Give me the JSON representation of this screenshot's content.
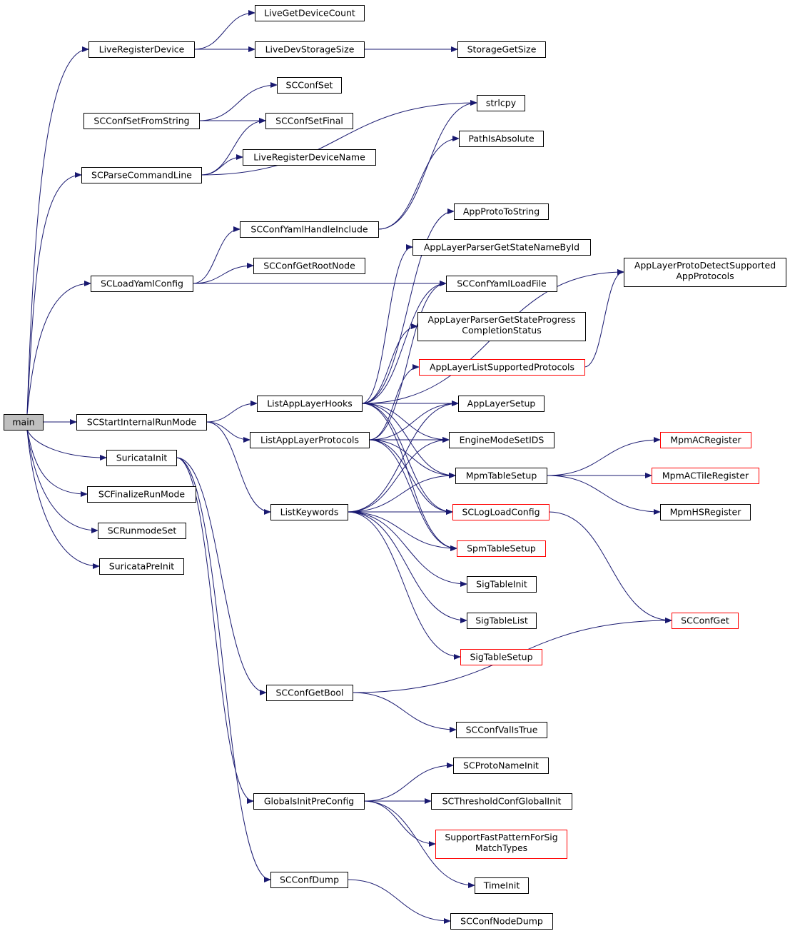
{
  "colors": {
    "edge": "#191970",
    "node_border": "#000000",
    "truncated_border": "#ff0000",
    "root_fill": "#bfbfbf",
    "node_fill": "#ffffff",
    "text": "#000000"
  },
  "nodes": {
    "main": {
      "label": "main",
      "style": "root"
    },
    "live_register_device": {
      "label": "LiveRegisterDevice",
      "style": "normal"
    },
    "live_get_device_count": {
      "label": "LiveGetDeviceCount",
      "style": "normal"
    },
    "live_dev_storage_size": {
      "label": "LiveDevStorageSize",
      "style": "normal"
    },
    "storage_get_size": {
      "label": "StorageGetSize",
      "style": "normal"
    },
    "scconf_set": {
      "label": "SCConfSet",
      "style": "normal"
    },
    "scconf_set_from_string": {
      "label": "SCConfSetFromString",
      "style": "normal"
    },
    "strlcpy": {
      "label": "strlcpy",
      "style": "normal"
    },
    "scconf_set_final": {
      "label": "SCConfSetFinal",
      "style": "normal"
    },
    "path_is_absolute": {
      "label": "PathIsAbsolute",
      "style": "normal"
    },
    "scparse_command_line": {
      "label": "SCParseCommandLine",
      "style": "normal"
    },
    "live_register_device_name": {
      "label": "LiveRegisterDeviceName",
      "style": "normal"
    },
    "app_proto_to_string": {
      "label": "AppProtoToString",
      "style": "normal"
    },
    "scconf_yaml_handle_include": {
      "label": "SCConfYamlHandleInclude",
      "style": "normal"
    },
    "app_layer_parser_get_state_name_by_id": {
      "label": "AppLayerParserGetStateNameById",
      "style": "normal"
    },
    "app_layer_proto_detect_supported": {
      "label": [
        "AppLayerProtoDetectSupported",
        "AppProtocols"
      ],
      "style": "normal"
    },
    "scconf_get_root_node": {
      "label": "SCConfGetRootNode",
      "style": "normal"
    },
    "scload_yaml_config": {
      "label": "SCLoadYamlConfig",
      "style": "normal"
    },
    "scconf_yaml_load_file": {
      "label": "SCConfYamlLoadFile",
      "style": "normal"
    },
    "app_layer_parser_get_state_progress": {
      "label": [
        "AppLayerParserGetStateProgress",
        "CompletionStatus"
      ],
      "style": "normal"
    },
    "app_layer_list_supported_protocols": {
      "label": "AppLayerListSupportedProtocols",
      "style": "truncated"
    },
    "list_app_layer_hooks": {
      "label": "ListAppLayerHooks",
      "style": "normal"
    },
    "app_layer_setup": {
      "label": "AppLayerSetup",
      "style": "normal"
    },
    "scstart_internal_run_mode": {
      "label": "SCStartInternalRunMode",
      "style": "normal"
    },
    "list_app_layer_protocols": {
      "label": "ListAppLayerProtocols",
      "style": "normal"
    },
    "engine_mode_set_ids": {
      "label": "EngineModeSetIDS",
      "style": "normal"
    },
    "mpm_ac_register": {
      "label": "MpmACRegister",
      "style": "truncated"
    },
    "suricata_init": {
      "label": "SuricataInit",
      "style": "normal"
    },
    "mpm_table_setup": {
      "label": "MpmTableSetup",
      "style": "normal"
    },
    "mpm_ac_tile_register": {
      "label": "MpmACTileRegister",
      "style": "truncated"
    },
    "scfinalize_run_mode": {
      "label": "SCFinalizeRunMode",
      "style": "normal"
    },
    "list_keywords": {
      "label": "ListKeywords",
      "style": "normal"
    },
    "sclog_load_config": {
      "label": "SCLogLoadConfig",
      "style": "truncated"
    },
    "mpm_hs_register": {
      "label": "MpmHSRegister",
      "style": "normal"
    },
    "screnmode_set": {
      "label": "SCRunmodeSet",
      "style": "normal"
    },
    "spm_table_setup": {
      "label": "SpmTableSetup",
      "style": "truncated"
    },
    "suricata_pre_init": {
      "label": "SuricataPreInit",
      "style": "normal"
    },
    "sig_table_init": {
      "label": "SigTableInit",
      "style": "normal"
    },
    "sig_table_list": {
      "label": "SigTableList",
      "style": "normal"
    },
    "scconf_get": {
      "label": "SCConfGet",
      "style": "truncated"
    },
    "sig_table_setup": {
      "label": "SigTableSetup",
      "style": "truncated"
    },
    "scconf_get_bool": {
      "label": "SCConfGetBool",
      "style": "normal"
    },
    "scconf_val_is_true": {
      "label": "SCConfValIsTrue",
      "style": "normal"
    },
    "scproto_name_init": {
      "label": "SCProtoNameInit",
      "style": "normal"
    },
    "globals_init_pre_config": {
      "label": "GlobalsInitPreConfig",
      "style": "normal"
    },
    "scthreshold_conf_global_init": {
      "label": "SCThresholdConfGlobalInit",
      "style": "normal"
    },
    "support_fast_pattern": {
      "label": [
        "SupportFastPatternForSig",
        "MatchTypes"
      ],
      "style": "truncated"
    },
    "time_init": {
      "label": "TimeInit",
      "style": "normal"
    },
    "scconf_dump": {
      "label": "SCConfDump",
      "style": "normal"
    },
    "scconf_node_dump": {
      "label": "SCConfNodeDump",
      "style": "normal"
    }
  },
  "edges": [
    [
      "main",
      "live_register_device"
    ],
    [
      "main",
      "scparse_command_line"
    ],
    [
      "main",
      "scload_yaml_config"
    ],
    [
      "main",
      "scstart_internal_run_mode"
    ],
    [
      "main",
      "suricata_init"
    ],
    [
      "main",
      "scfinalize_run_mode"
    ],
    [
      "main",
      "screnmode_set"
    ],
    [
      "main",
      "suricata_pre_init"
    ],
    [
      "live_register_device",
      "live_get_device_count"
    ],
    [
      "live_register_device",
      "live_dev_storage_size"
    ],
    [
      "live_dev_storage_size",
      "storage_get_size"
    ],
    [
      "scconf_set_from_string",
      "scconf_set"
    ],
    [
      "scconf_set_from_string",
      "scconf_set_final"
    ],
    [
      "scparse_command_line",
      "scconf_set_final"
    ],
    [
      "scparse_command_line",
      "live_register_device_name"
    ],
    [
      "scparse_command_line",
      "strlcpy"
    ],
    [
      "scconf_yaml_handle_include",
      "strlcpy"
    ],
    [
      "scconf_yaml_handle_include",
      "path_is_absolute"
    ],
    [
      "scload_yaml_config",
      "scconf_yaml_handle_include"
    ],
    [
      "scload_yaml_config",
      "scconf_get_root_node"
    ],
    [
      "scload_yaml_config",
      "scconf_yaml_load_file"
    ],
    [
      "list_app_layer_hooks",
      "app_proto_to_string"
    ],
    [
      "list_app_layer_hooks",
      "app_layer_parser_get_state_name_by_id"
    ],
    [
      "list_app_layer_hooks",
      "app_layer_proto_detect_supported"
    ],
    [
      "list_app_layer_hooks",
      "scconf_yaml_load_file"
    ],
    [
      "list_app_layer_hooks",
      "app_layer_parser_get_state_progress"
    ],
    [
      "list_app_layer_hooks",
      "app_layer_setup"
    ],
    [
      "list_app_layer_hooks",
      "engine_mode_set_ids"
    ],
    [
      "list_app_layer_hooks",
      "mpm_table_setup"
    ],
    [
      "list_app_layer_hooks",
      "sclog_load_config"
    ],
    [
      "list_app_layer_hooks",
      "spm_table_setup"
    ],
    [
      "app_layer_list_supported_protocols",
      "app_layer_proto_detect_supported"
    ],
    [
      "scstart_internal_run_mode",
      "list_app_layer_hooks"
    ],
    [
      "scstart_internal_run_mode",
      "list_app_layer_protocols"
    ],
    [
      "scstart_internal_run_mode",
      "list_keywords"
    ],
    [
      "list_app_layer_protocols",
      "app_layer_list_supported_protocols"
    ],
    [
      "list_app_layer_protocols",
      "scconf_yaml_load_file"
    ],
    [
      "list_app_layer_protocols",
      "app_layer_setup"
    ],
    [
      "list_app_layer_protocols",
      "engine_mode_set_ids"
    ],
    [
      "list_app_layer_protocols",
      "mpm_table_setup"
    ],
    [
      "list_app_layer_protocols",
      "sclog_load_config"
    ],
    [
      "list_app_layer_protocols",
      "spm_table_setup"
    ],
    [
      "list_keywords",
      "app_layer_setup"
    ],
    [
      "list_keywords",
      "engine_mode_set_ids"
    ],
    [
      "list_keywords",
      "mpm_table_setup"
    ],
    [
      "list_keywords",
      "sclog_load_config"
    ],
    [
      "list_keywords",
      "spm_table_setup"
    ],
    [
      "list_keywords",
      "sig_table_init"
    ],
    [
      "list_keywords",
      "sig_table_list"
    ],
    [
      "list_keywords",
      "sig_table_setup"
    ],
    [
      "mpm_table_setup",
      "mpm_ac_register"
    ],
    [
      "mpm_table_setup",
      "mpm_ac_tile_register"
    ],
    [
      "mpm_table_setup",
      "mpm_hs_register"
    ],
    [
      "sclog_load_config",
      "scconf_get"
    ],
    [
      "suricata_init",
      "scconf_get_bool"
    ],
    [
      "suricata_init",
      "globals_init_pre_config"
    ],
    [
      "suricata_init",
      "scconf_dump"
    ],
    [
      "scconf_get_bool",
      "scconf_get"
    ],
    [
      "scconf_get_bool",
      "scconf_val_is_true"
    ],
    [
      "globals_init_pre_config",
      "scproto_name_init"
    ],
    [
      "globals_init_pre_config",
      "scthreshold_conf_global_init"
    ],
    [
      "globals_init_pre_config",
      "support_fast_pattern"
    ],
    [
      "globals_init_pre_config",
      "time_init"
    ],
    [
      "scconf_dump",
      "scconf_node_dump"
    ]
  ]
}
